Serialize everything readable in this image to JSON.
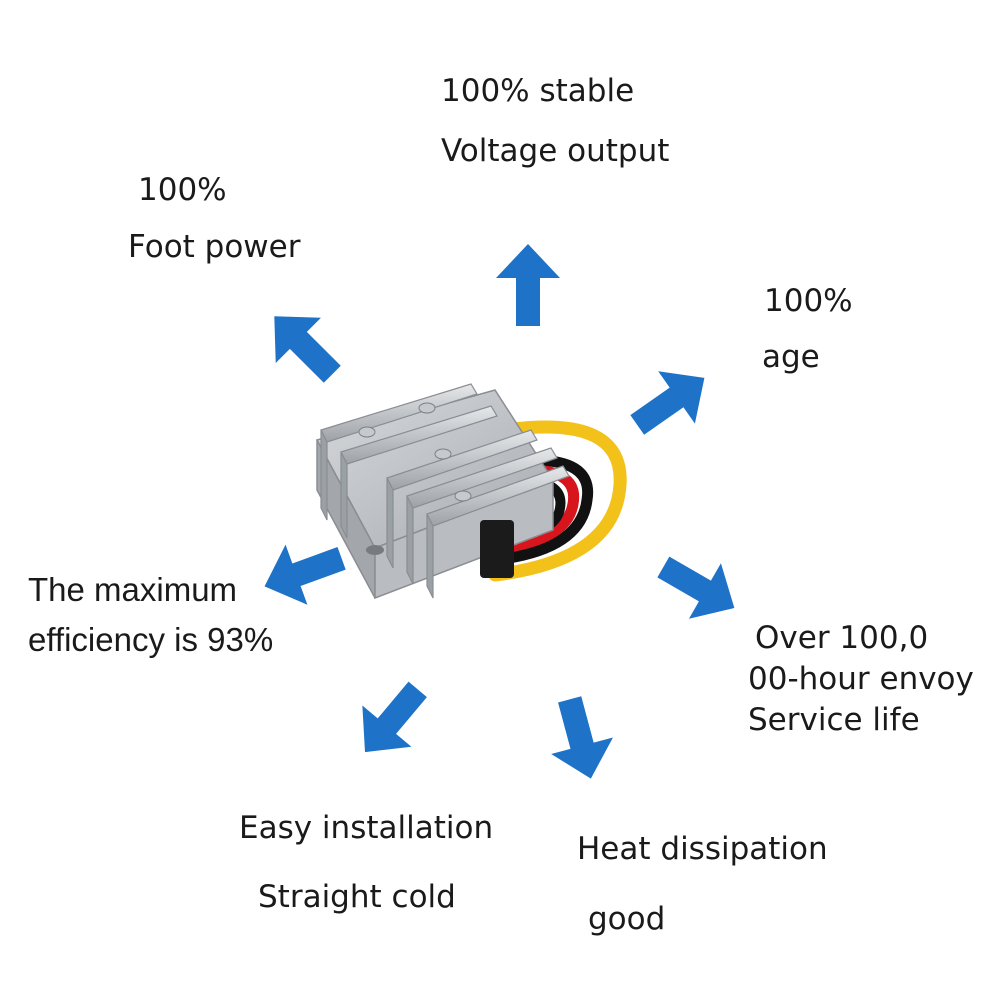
{
  "features": {
    "top": {
      "line1": "100% stable",
      "line2": "Voltage output"
    },
    "upper_left": {
      "line1": "100%",
      "line2": "Foot power"
    },
    "upper_right": {
      "line1": "100%",
      "line2": "age"
    },
    "left": {
      "line1": "The maximum",
      "line2": "efficiency is 93%"
    },
    "right": {
      "line1": "Over 100,0",
      "line2": "00-hour envoy",
      "line3": "Service life"
    },
    "bottom_left": {
      "line1": "Easy installation",
      "line2": "Straight cold"
    },
    "bottom_right": {
      "line1": "Heat dissipation",
      "line2": "good"
    }
  },
  "colors": {
    "arrow": "#1e73c8",
    "text": "#1a1a1a",
    "wire_yellow": "#f3c21a",
    "wire_red": "#d8141c",
    "wire_black": "#111111",
    "housing": "#bfc2c6"
  },
  "icons": {
    "arrow": "arrow-icon",
    "product": "dc-dc-converter-image"
  }
}
